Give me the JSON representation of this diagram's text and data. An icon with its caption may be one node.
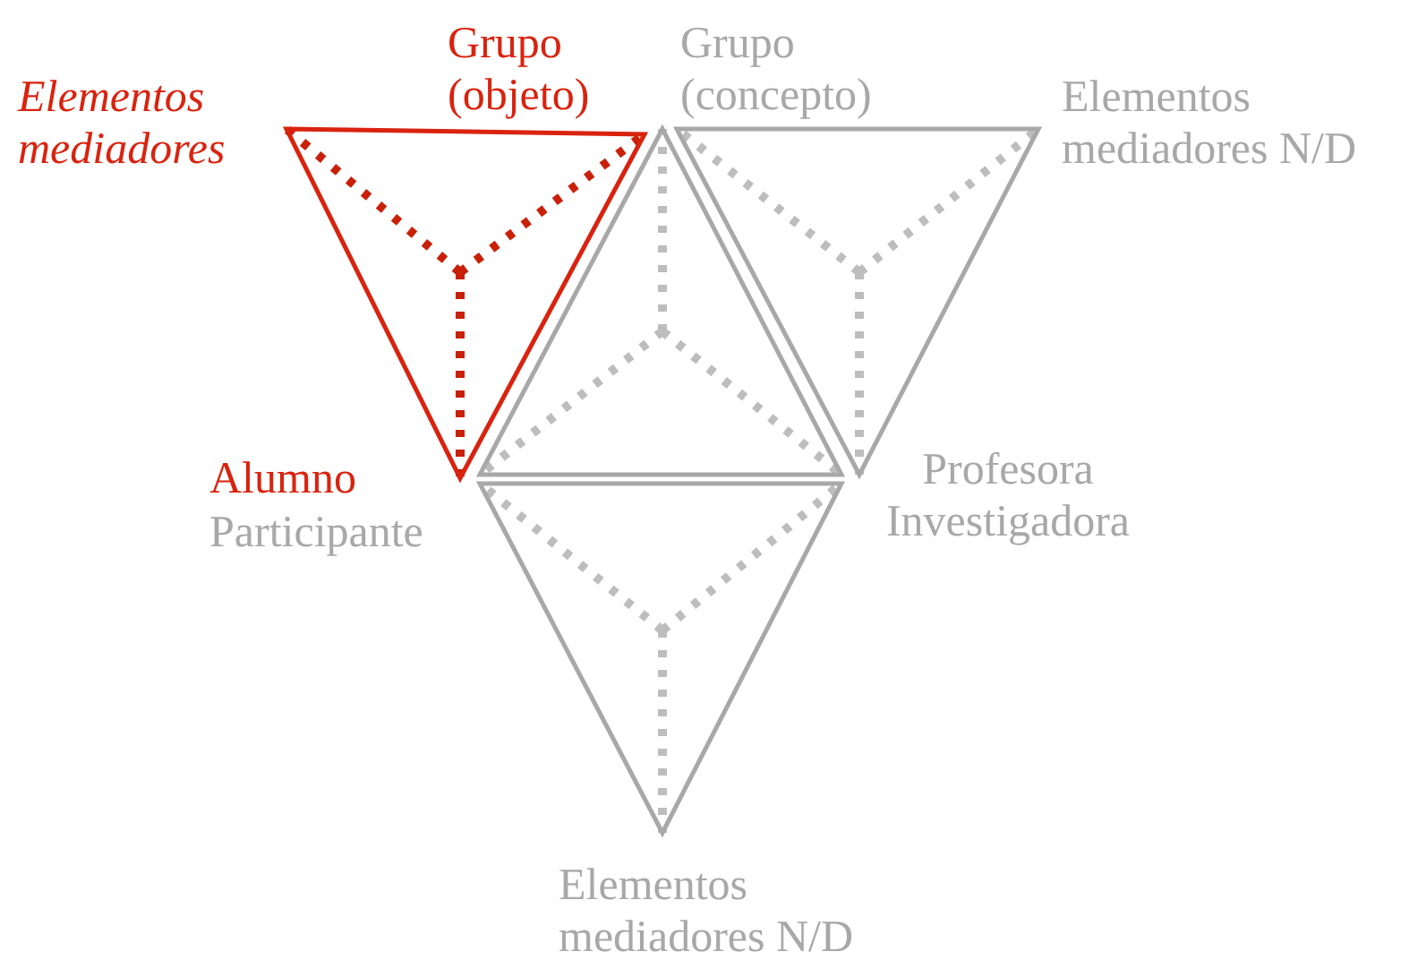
{
  "diagram": {
    "labels": [
      "Grupo (objeto)",
      "Grupo (concepto)",
      "Elementos mediadores",
      "Elementos mediadores N/D",
      "Alumno",
      "Profesora Investigadora",
      "Participante",
      "Elementos mediadores N/D"
    ]
  }
}
